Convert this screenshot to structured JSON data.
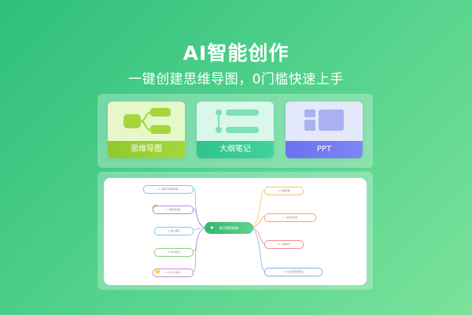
{
  "hero": {
    "title": "AI智能创作",
    "subtitle": "一键创建思维导图，0门槛快速上手"
  },
  "cards": [
    {
      "label": "思维导图",
      "icon": "mindmap-icon"
    },
    {
      "label": "大纲笔记",
      "icon": "outline-icon"
    },
    {
      "label": "PPT",
      "icon": "slides-icon"
    }
  ],
  "mindmap": {
    "center": "新手使用指南",
    "left_nodes": [
      "1. 新建与编辑导图",
      "2. 常用快捷键",
      "3. 插入图片",
      "4. 导出格式",
      "5. 分享与协作"
    ],
    "right_nodes": [
      "6. 基础功能",
      "7. 主题与样式",
      "8. 大纲模式",
      "9. AI生成思维导图"
    ]
  },
  "colors": {
    "bg_start": "#2fbf7a",
    "bg_end": "#7be29a",
    "mindmap_card": "#a6d63c",
    "outline_card": "#3fd39b",
    "ppt_card": "#7f86f5"
  }
}
